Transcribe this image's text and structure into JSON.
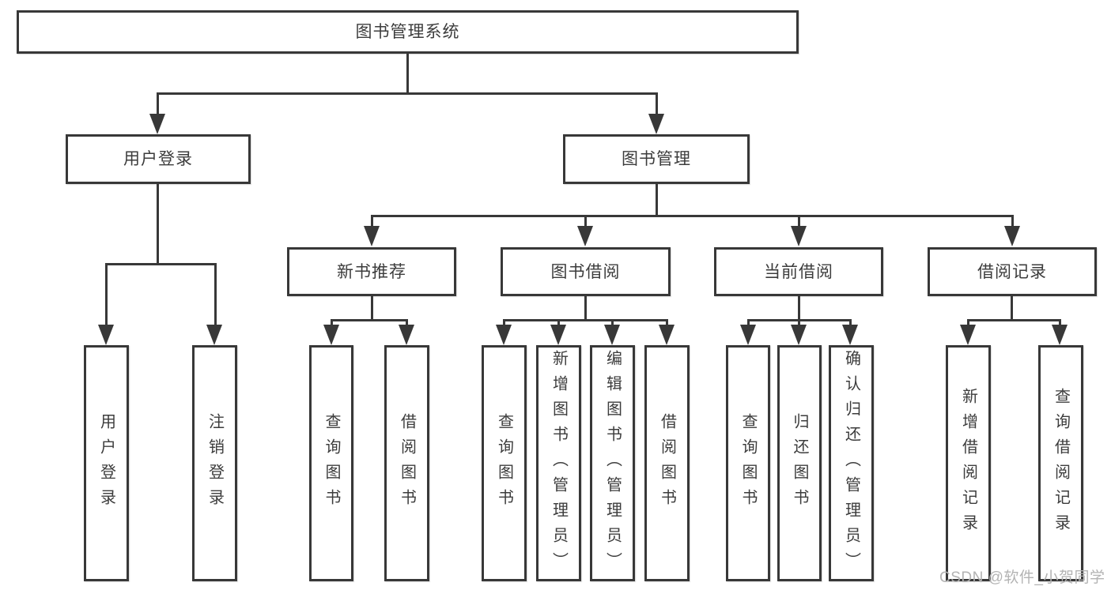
{
  "tree": {
    "root": {
      "label": "图书管理系统",
      "children": [
        {
          "label": "用户登录",
          "children": [
            {
              "label": "用户登录"
            },
            {
              "label": "注销登录"
            }
          ]
        },
        {
          "label": "图书管理",
          "children": [
            {
              "label": "新书推荐",
              "children": [
                {
                  "label": "查询图书"
                },
                {
                  "label": "借阅图书"
                }
              ]
            },
            {
              "label": "图书借阅",
              "children": [
                {
                  "label": "查询图书"
                },
                {
                  "label": "新增图书（管理员）"
                },
                {
                  "label": "编辑图书（管理员）"
                },
                {
                  "label": "借阅图书"
                }
              ]
            },
            {
              "label": "当前借阅",
              "children": [
                {
                  "label": "查询图书"
                },
                {
                  "label": "归还图书"
                },
                {
                  "label": "确认归还（管理员）"
                }
              ]
            },
            {
              "label": "借阅记录",
              "children": [
                {
                  "label": "新增借阅记录"
                },
                {
                  "label": "查询借阅记录"
                }
              ]
            }
          ]
        }
      ]
    }
  },
  "watermark": {
    "text": "CSDN @软件_小贺同学"
  },
  "colors": {
    "line": "#383838",
    "text": "#3c3c3c",
    "watermark": "#b3b3b3",
    "box_background": "#ffffff"
  }
}
